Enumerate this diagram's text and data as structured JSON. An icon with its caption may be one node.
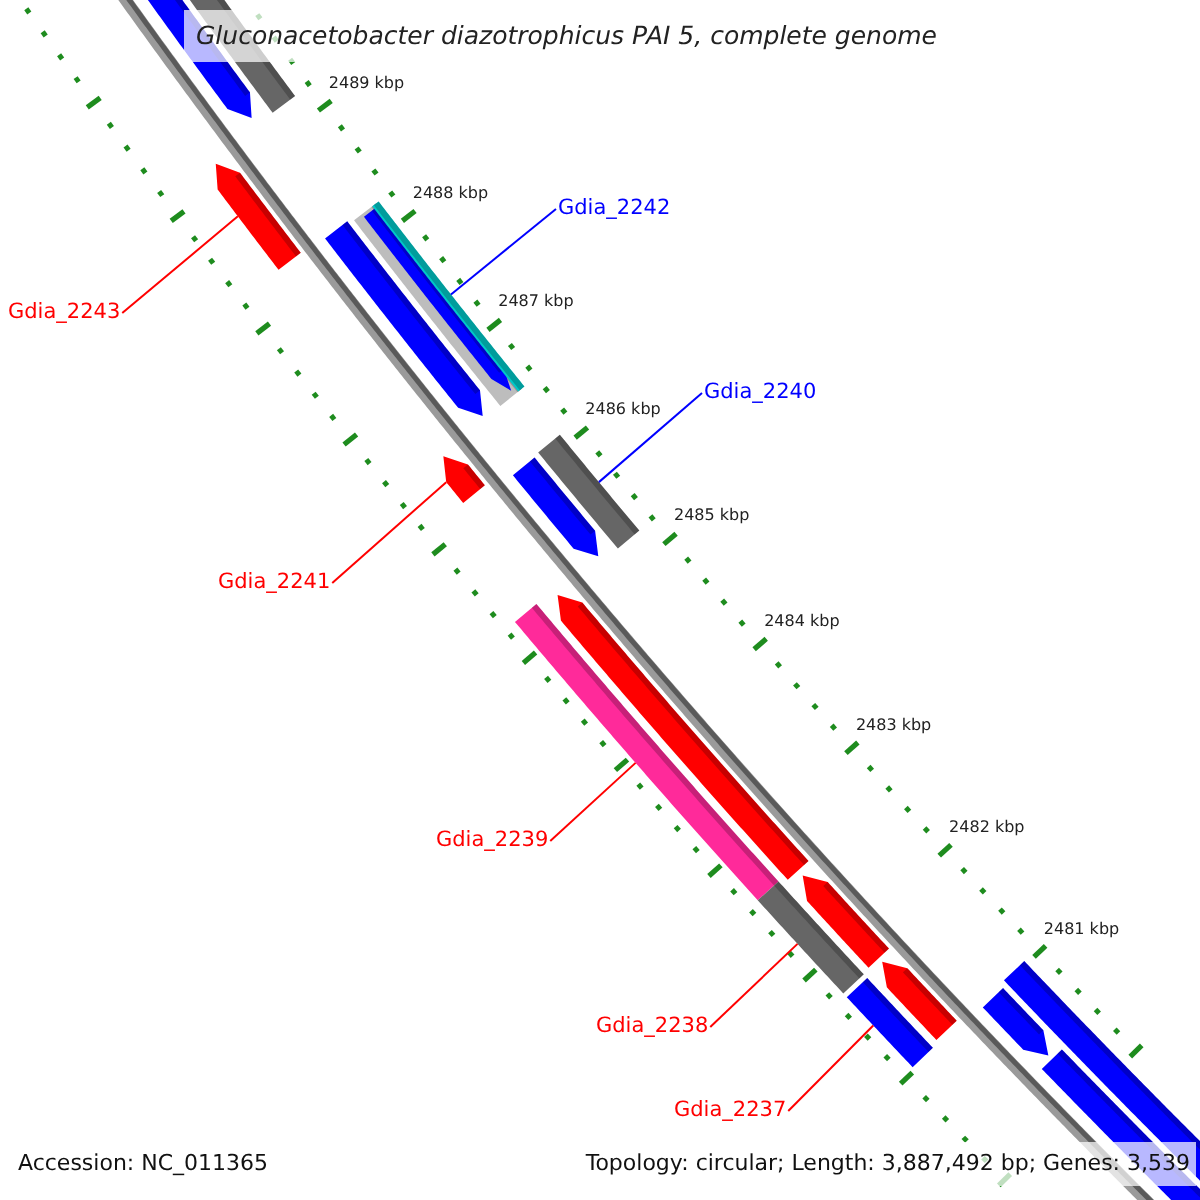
{
  "diagram": {
    "title": "Gluconacetobacter diazotrophicus PAI 5, complete genome",
    "nodes": [
      {
        "text": [
          "Gdia_2242"
        ]
      },
      {
        "text": [
          "Gdia_2243"
        ]
      },
      {
        "text": [
          "Gdia_2240"
        ]
      },
      {
        "text": [
          "Gdia_2241"
        ]
      },
      {
        "text": [
          "Gdia_2239"
        ]
      },
      {
        "text": [
          "Gdia_2238"
        ]
      },
      {
        "text": [
          "Gdia_2237"
        ]
      },
      {
        "text": [],
        "shape": "bar"
      },
      {
        "text": [],
        "shape": "bar"
      },
      {
        "text": [],
        "shape": "bar"
      },
      {
        "text": [],
        "shape": "bar"
      },
      {
        "text": [],
        "shape": "bar"
      },
      {
        "text": [],
        "shape": "bar"
      },
      {
        "text": [],
        "shape": "bar"
      }
    ],
    "edges": [
      {
        "from": 0,
        "to": 8,
        "arrow": "none",
        "color": "#0000ff"
      },
      {
        "from": 1,
        "to": 7,
        "arrow": "none"
      },
      {
        "from": 2,
        "to": 10,
        "arrow": "none",
        "color": "#0000ff"
      },
      {
        "from": 3,
        "to": 9,
        "arrow": "none"
      },
      {
        "from": 4,
        "to": 11,
        "arrow": "none"
      },
      {
        "from": 5,
        "to": 12,
        "arrow": "none"
      },
      {
        "from": 6,
        "to": 13,
        "arrow": "none"
      }
    ],
    "labels": [
      "2489 kbp",
      "2488 kbp",
      "2487 kbp",
      "2486 kbp",
      "2485 kbp",
      "2484 kbp",
      "2483 kbp",
      "2482 kbp",
      "2481 kbp",
      "Accession: NC_011365",
      "Topology: circular; Length: 3,887,492 bp; Genes: 3,539"
    ]
  }
}
